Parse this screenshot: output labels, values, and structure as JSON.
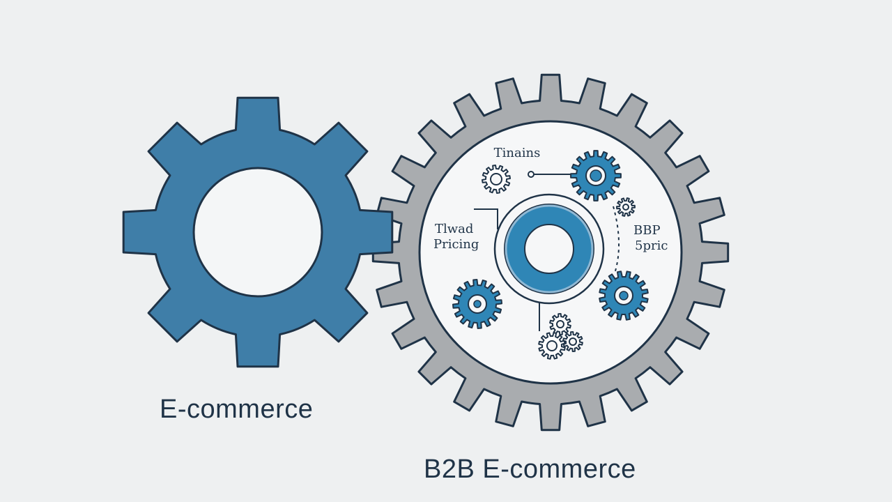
{
  "colors": {
    "background": "#eef0f1",
    "blue_gear": "#3f7ea8",
    "blue_bright": "#2f86b6",
    "gray_gear": "#a9acaf",
    "outline": "#1f3347",
    "inner_disc": "#f6f7f8"
  },
  "labels": {
    "left_gear": "E-commerce",
    "right_gear": "B2B E-commerce",
    "top": "Tinains",
    "left_1": "Tlwad",
    "left_2": "Pricing",
    "right_1": "BBP",
    "right_2": "5pric"
  },
  "icons": [
    "large-blue-gear-icon",
    "large-gray-gear-icon",
    "small-gear-icon"
  ]
}
